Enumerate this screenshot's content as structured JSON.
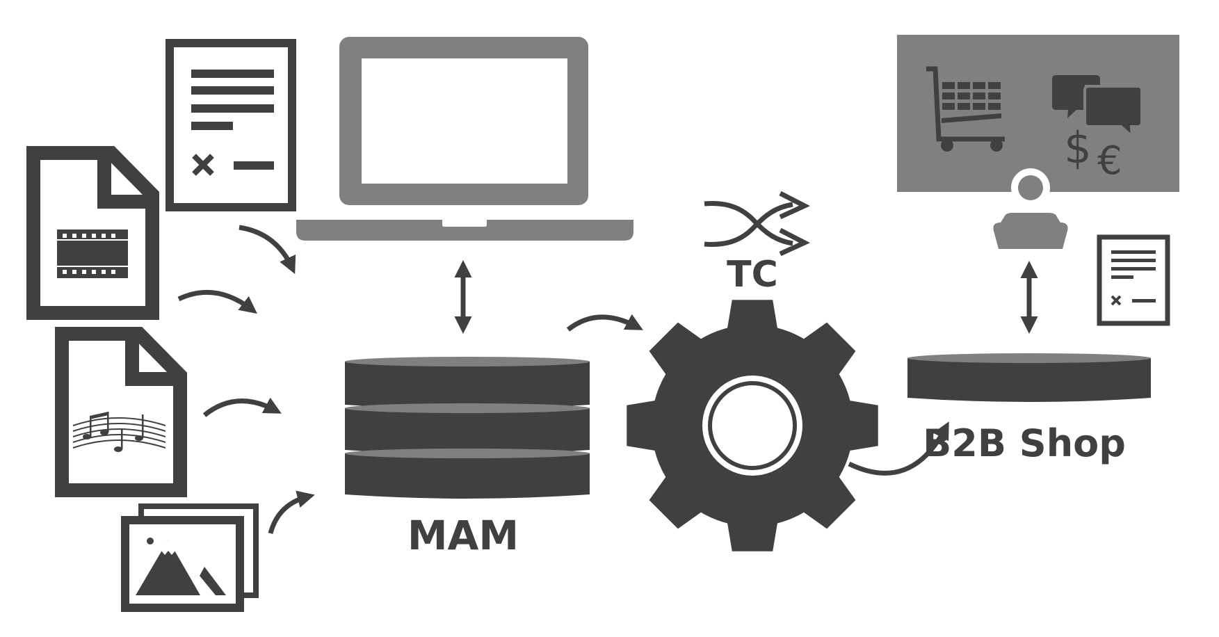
{
  "labels": {
    "mam": "MAM",
    "tc": "TC",
    "shop": "B2B Shop"
  },
  "symbols": {
    "dollar": "$",
    "euro": "€"
  },
  "colors": {
    "dark": "#404040",
    "mid": "#808080",
    "white": "#ffffff"
  },
  "icons": [
    "document-icon",
    "video-file-icon",
    "audio-file-icon",
    "image-file-icon",
    "laptop-icon",
    "database-icon",
    "gear-icon",
    "shuffle-icon",
    "shopping-cart-icon",
    "chat-bubbles-icon",
    "user-icon",
    "small-document-icon"
  ]
}
